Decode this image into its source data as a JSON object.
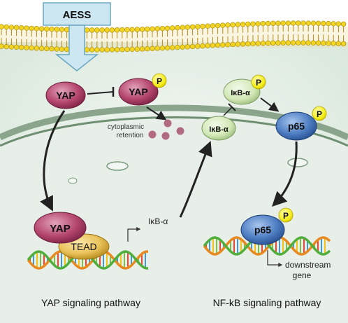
{
  "stimulus": {
    "label": "AESS"
  },
  "yap": {
    "unphos": "YAP",
    "phos": "YAP",
    "phos_badge": "P",
    "retention_line1": "cytoplasmic",
    "retention_line2": "retention",
    "nuclear": "YAP",
    "partner": "TEAD",
    "target_label": "IκB-α",
    "pathway_title": "YAP signaling pathway"
  },
  "nfkb": {
    "ikb_phos": "IκB-α",
    "ikb_phos_badge": "P",
    "ikb_new": "IκB-α",
    "p65_cyto": "p65",
    "p65_cyto_badge": "P",
    "p65_nuc": "p65",
    "p65_nuc_badge": "P",
    "downstream_line1": "downstream",
    "downstream_line2": "gene",
    "pathway_title": "NF-kB signaling pathway"
  },
  "colors": {
    "cytoplasm": "#dce9df",
    "nucleus": "#e8efe8",
    "nuclear_envelope": "#8aa58c",
    "yap_fill": "#b5476f",
    "tead_fill": "#e9c25a",
    "ikb_fill": "#d3e8b6",
    "p65_fill": "#4f7fc4",
    "phospho_badge": "#f5ee1a",
    "aess_box": "#cce7f2",
    "retention_dots": "#b26a83"
  }
}
